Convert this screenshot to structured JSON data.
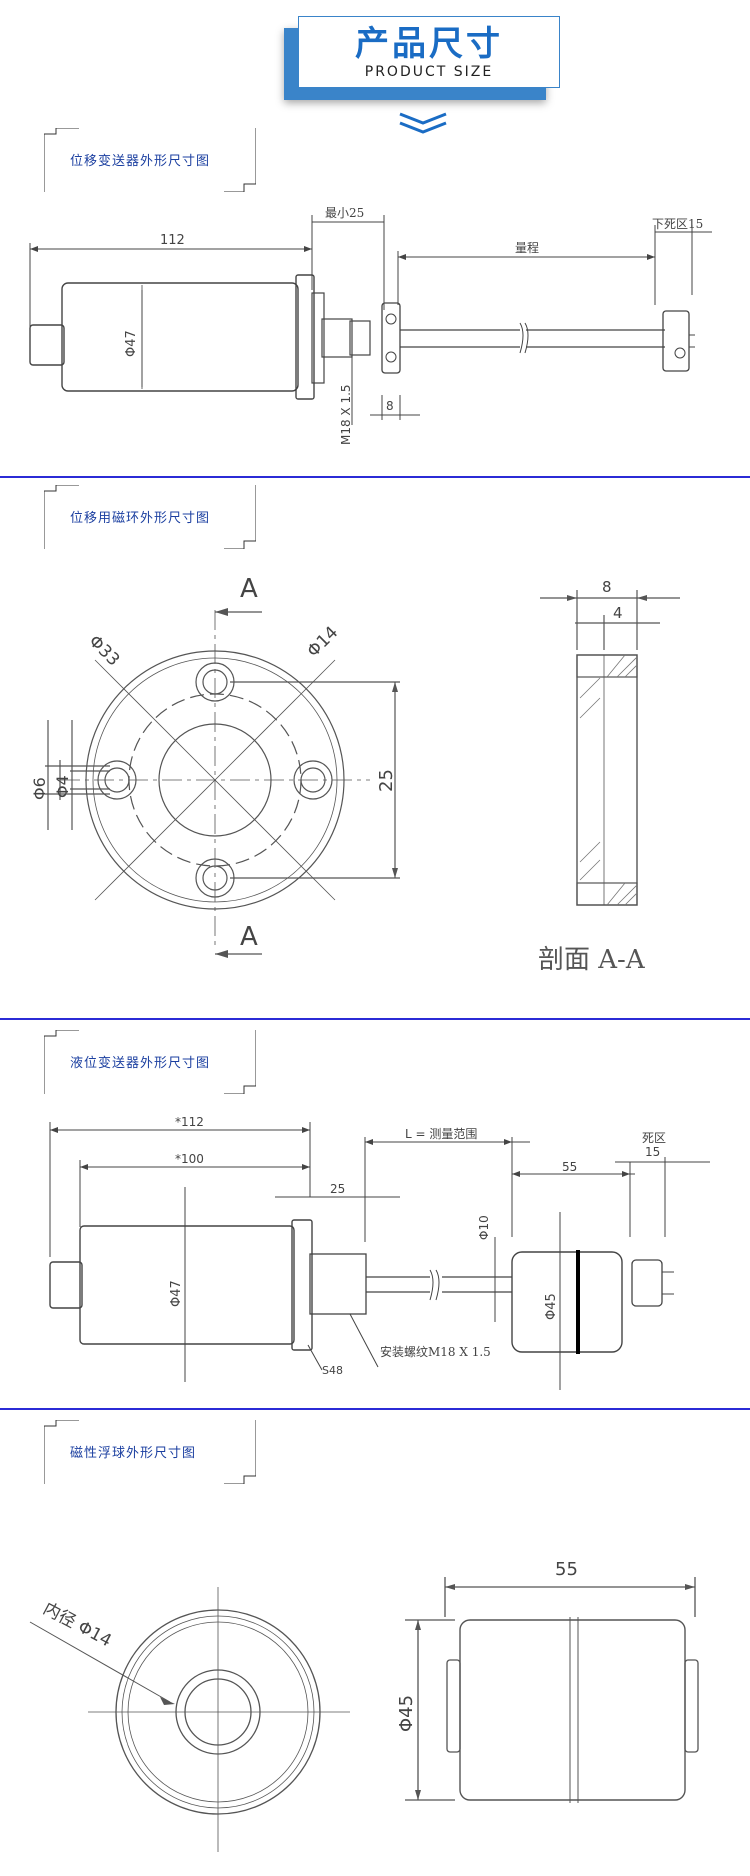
{
  "header": {
    "title": "产品尺寸",
    "subtitle": "PRODUCT SIZE"
  },
  "colors": {
    "accent": "#1a6cc4",
    "separator": "#2b2bd6",
    "label": "#1b3fa0"
  },
  "sections": [
    {
      "label": "位移变送器外形尺寸图"
    },
    {
      "label": "位移用磁环外形尺寸图"
    },
    {
      "label": "液位变送器外形尺寸图"
    },
    {
      "label": "磁性浮球外形尺寸图"
    }
  ],
  "d1": {
    "len112": "112",
    "min25": "最小25",
    "range": "量程",
    "dead15": "下死区15",
    "dia47": "Φ47",
    "thread": "M18 X 1.5",
    "w8": "8"
  },
  "d2": {
    "sec_a": "A",
    "dia33": "Φ33",
    "dia14": "Φ14",
    "dia6": "Φ6",
    "dia4": "Φ4",
    "h25": "25",
    "w8": "8",
    "w4": "4",
    "section_caption": "剖面 A-A"
  },
  "d3": {
    "len112": "*112",
    "len100": "*100",
    "range": "L = 测量范围",
    "dead": "死区",
    "dead15": "15",
    "w55": "55",
    "w25": "25",
    "dia10": "Φ10",
    "dia47": "Φ47",
    "dia45": "Φ45",
    "thread": "安装螺纹M18 X 1.5",
    "s48": "S48"
  },
  "d4": {
    "inner14": "内径 Φ14",
    "w55": "55",
    "dia45": "Φ45"
  }
}
